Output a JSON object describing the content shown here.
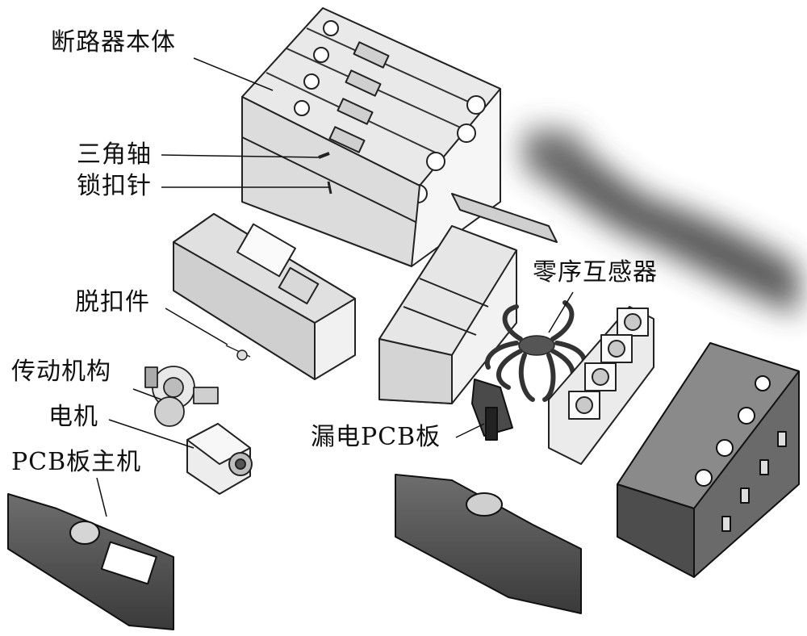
{
  "labels": {
    "breaker_body": "断路器本体",
    "triangle_shaft": "三角轴",
    "lock_pin": "锁扣针",
    "trip_part": "脱扣件",
    "transmission": "传动机构",
    "motor": "电机",
    "pcb_main": "PCB板主机",
    "zero_seq_ct": "零序互感器",
    "leak_pcb": "漏电PCB板"
  }
}
